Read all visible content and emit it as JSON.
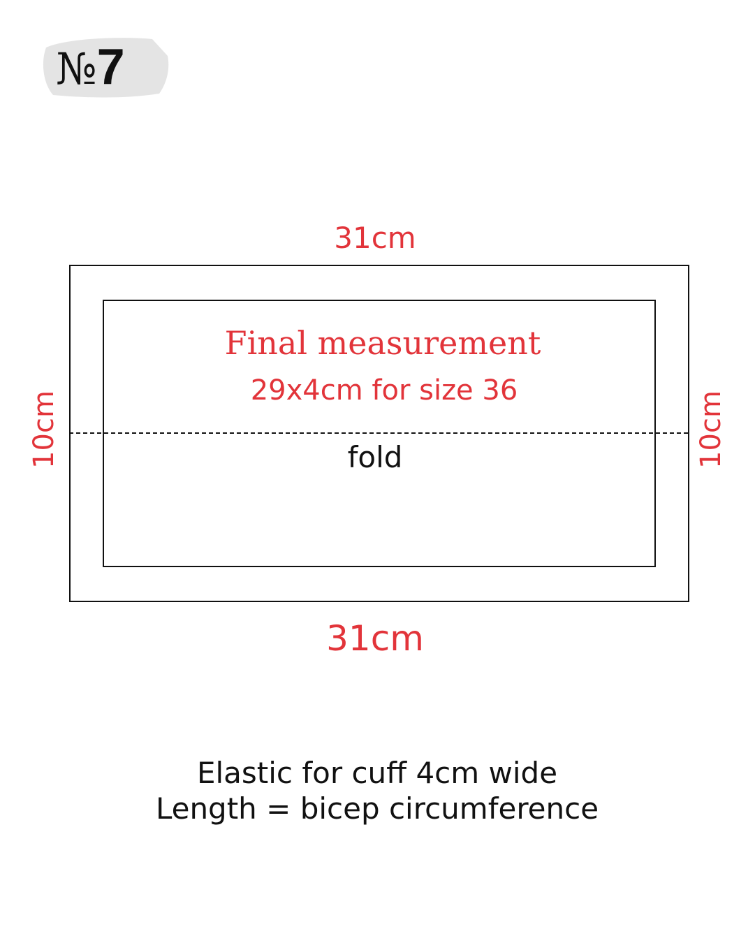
{
  "badge": {
    "prefix": "№",
    "number": "7"
  },
  "diagram": {
    "top_width": "31cm",
    "bottom_width": "31cm",
    "left_height": "10cm",
    "right_height": "10cm",
    "title": "Final measurement",
    "subtitle": "29x4cm for size 36",
    "fold_label": "fold"
  },
  "notes": {
    "line1": "Elastic for cuff 4cm wide",
    "line2": "Length = bicep circumference"
  },
  "colors": {
    "accent": "#e2343a",
    "stroke": "#111111",
    "badge_bg": "#e4e4e4"
  }
}
